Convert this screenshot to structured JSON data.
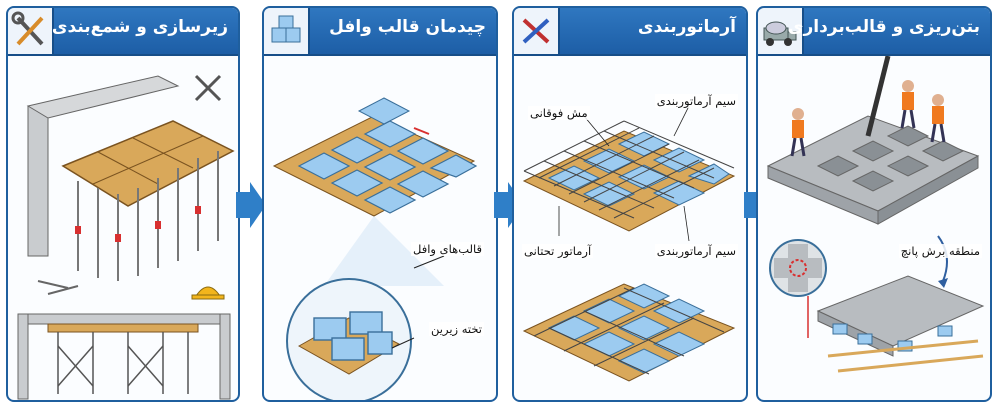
{
  "panels": [
    {
      "title": "زیرسازی و شمع‌بندی",
      "icon": "tools-icon"
    },
    {
      "title": "چیدمان قالب وافل",
      "icon": "boxes-icon"
    },
    {
      "title": "آرماتوربندی",
      "icon": "pliers-icon"
    },
    {
      "title": "بتن‌ریزی و قالب‌برداری",
      "icon": "mixer-truck-icon"
    }
  ],
  "labels": {
    "waffle_molds": "قالب‌های وافل",
    "base_board": "تخته زیرین",
    "top_mesh": "مش فوقانی",
    "rebar_top": "سیم آرماتوربندی",
    "rebar_bottom": "سیم آرماتوربندی",
    "bottom_rebar": "آرماتور تحتانی",
    "punch_zone": "منطقه برش پانچ"
  },
  "colors": {
    "header_blue": "#1f5f9e",
    "flow_arrow": "#2f7fc8",
    "wood": "#d9a85a",
    "mold": "#9ccbf0",
    "concrete": "#b8bcc0",
    "rebar": "#444444",
    "accent_red": "#d83030"
  }
}
